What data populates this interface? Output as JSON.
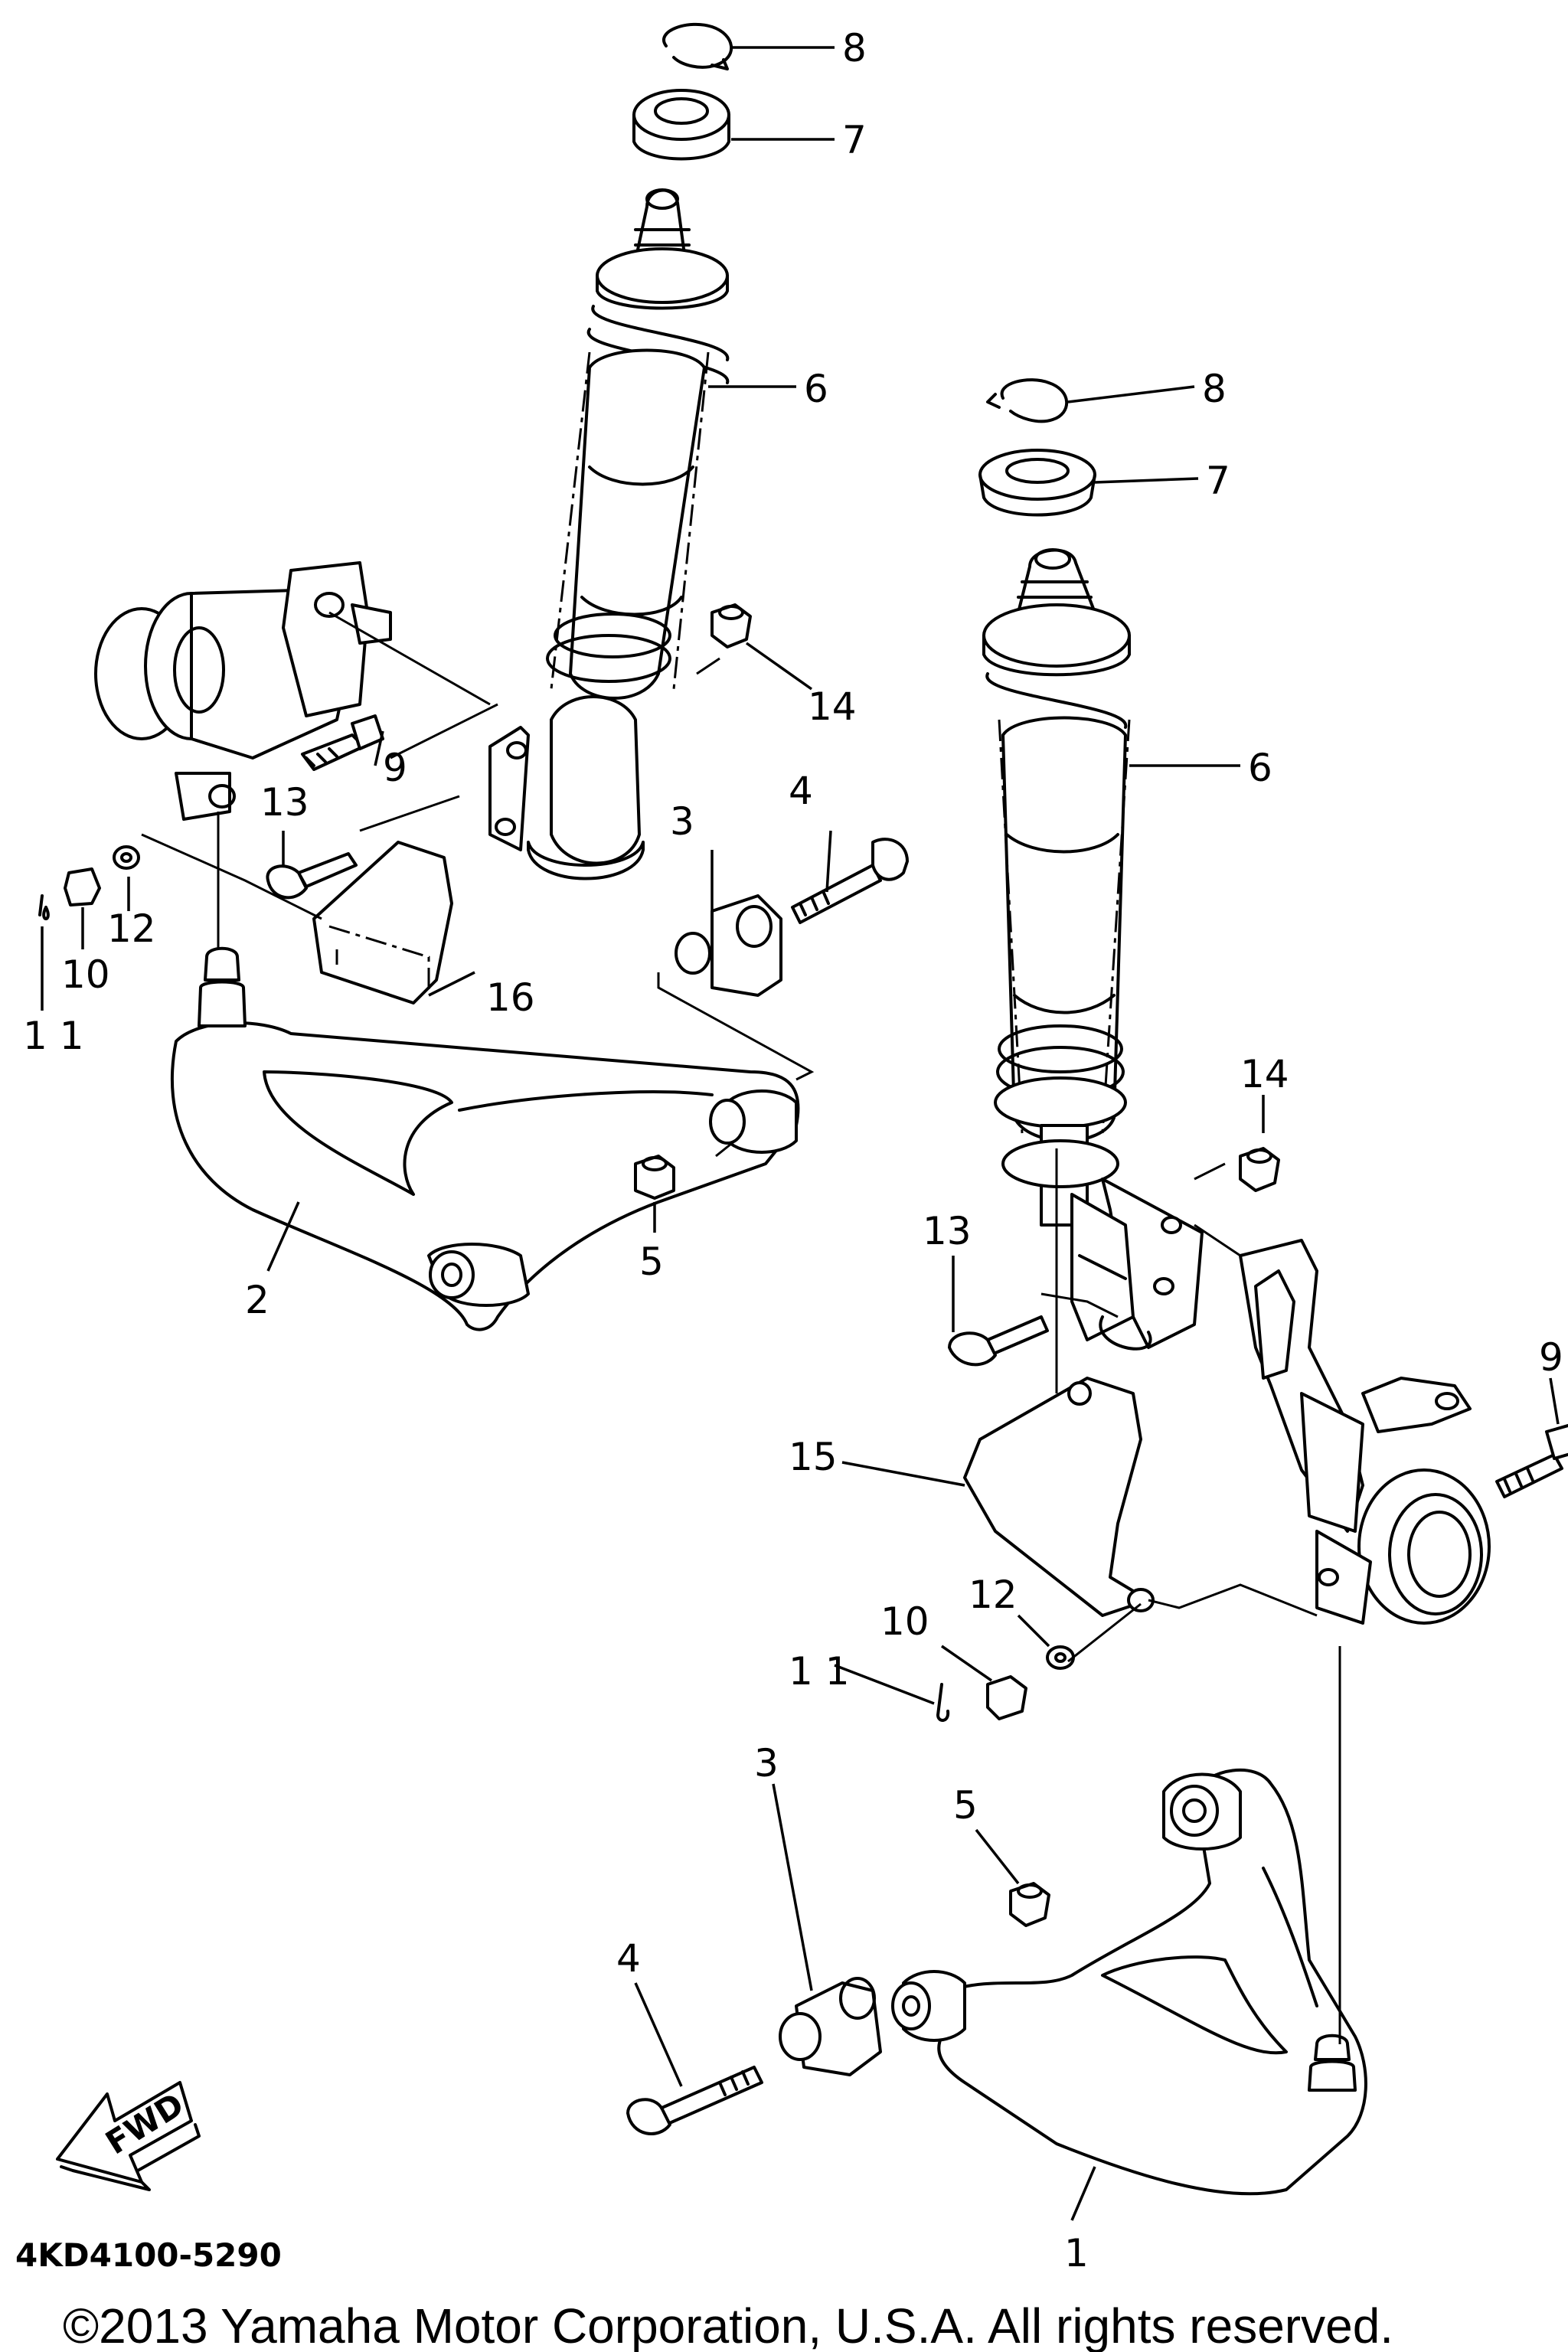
{
  "diagram": {
    "drawing_code": "4KD4100-5290",
    "fwd_label": "FWD",
    "copyright": "©2013 Yamaha Motor Corporation, U.S.A. All rights reserved."
  },
  "callouts": {
    "left": {
      "c8": "8",
      "c7": "7",
      "c6": "6",
      "c14": "14",
      "c9": "9",
      "c4": "4",
      "c3": "3",
      "c13": "13",
      "c12": "12",
      "c10": "10",
      "c11": "1 1",
      "c16": "16",
      "c5": "5",
      "c2": "2"
    },
    "right": {
      "c8": "8",
      "c7": "7",
      "c6": "6",
      "c14": "14",
      "c13": "13",
      "c9": "9",
      "c15": "15",
      "c12": "12",
      "c10": "10",
      "c11": "1 1",
      "c5": "5",
      "c3": "3",
      "c4": "4",
      "c1": "1"
    }
  }
}
